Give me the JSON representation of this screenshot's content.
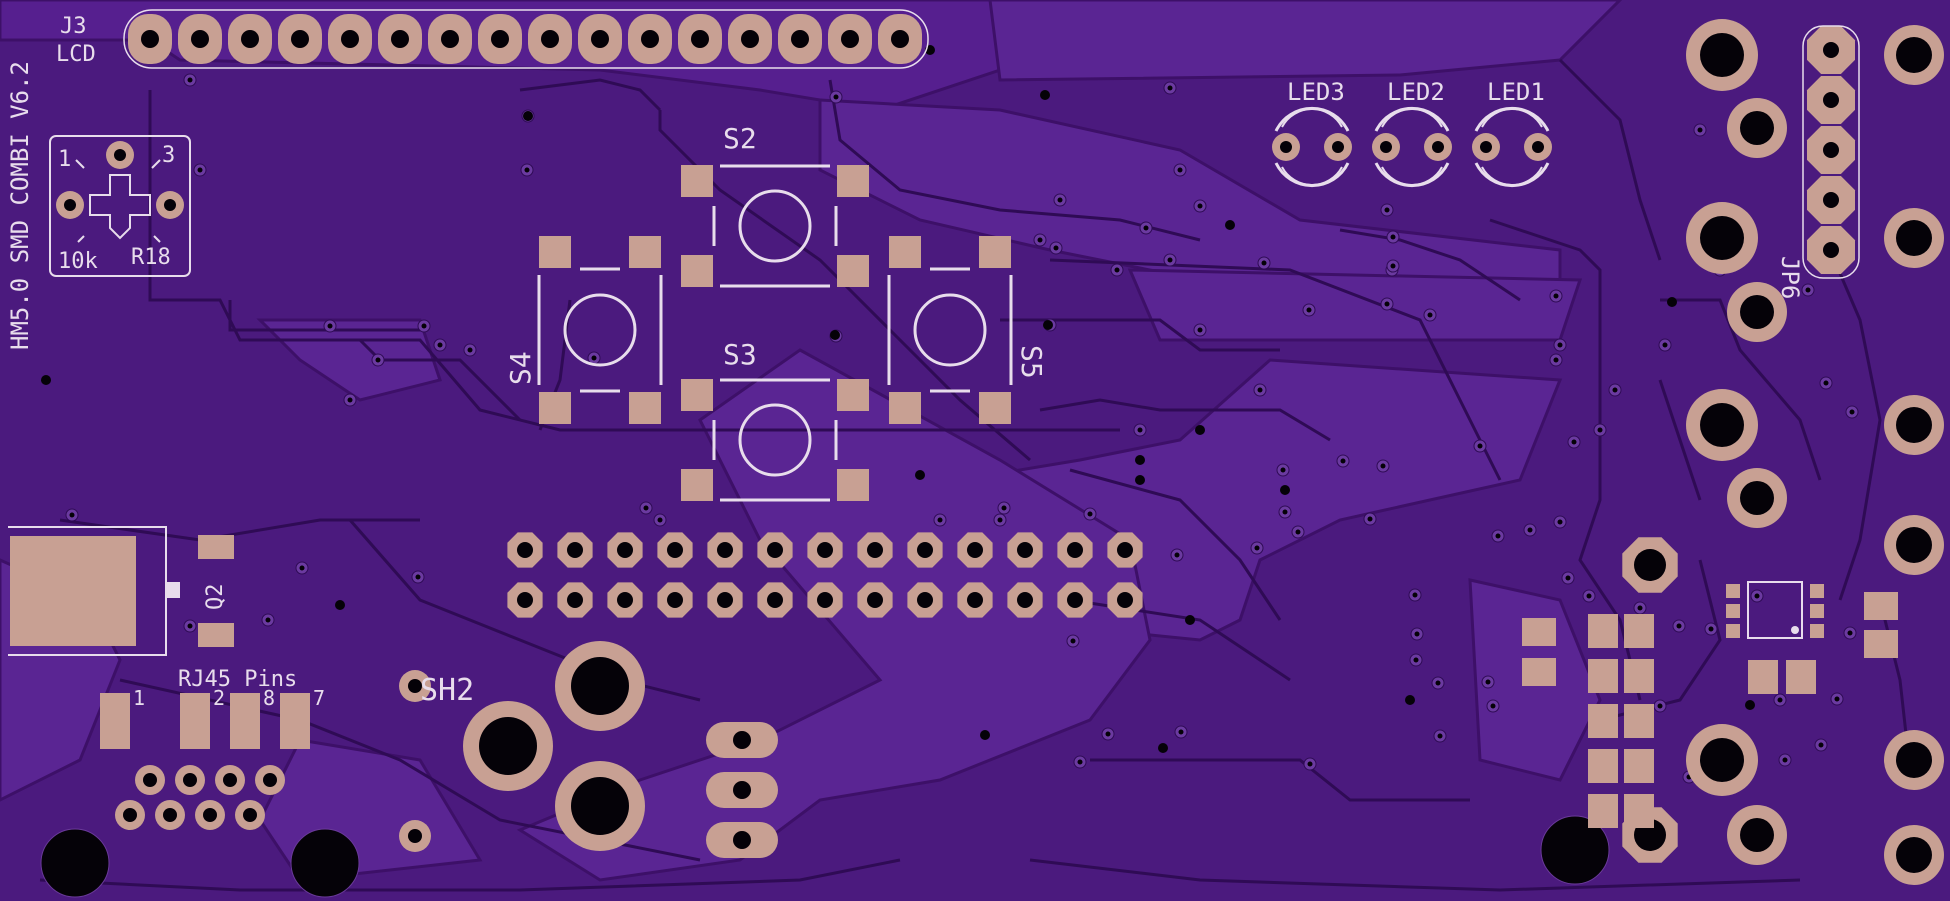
{
  "colors": {
    "board": "#4b1a7e",
    "board_dark": "#3a0f63",
    "copper": "#5c2596",
    "pad": "#c8a093",
    "silkscreen": "#e8ddec",
    "hole": "#050208"
  },
  "labels": {
    "connector_ref": "J3",
    "connector_name": "LCD",
    "board_title": "HM5.0 SMD COMBI V6.2",
    "pot_pin1": "1",
    "pot_pin3": "3",
    "pot_value": "10k",
    "pot_ref": "R18",
    "switch_top": "S2",
    "switch_mid": "S3",
    "switch_left": "S4",
    "switch_right": "S5",
    "led3": "LED3",
    "led2": "LED2",
    "led1": "LED1",
    "header_ref": "JP6",
    "transistor_ref": "Q2",
    "rj45_title": "RJ45 Pins",
    "rj45_pin1": "1",
    "rj45_pin2": "2",
    "rj45_pin8": "8",
    "rj45_pin7": "7",
    "shield_ref": "SH2"
  }
}
